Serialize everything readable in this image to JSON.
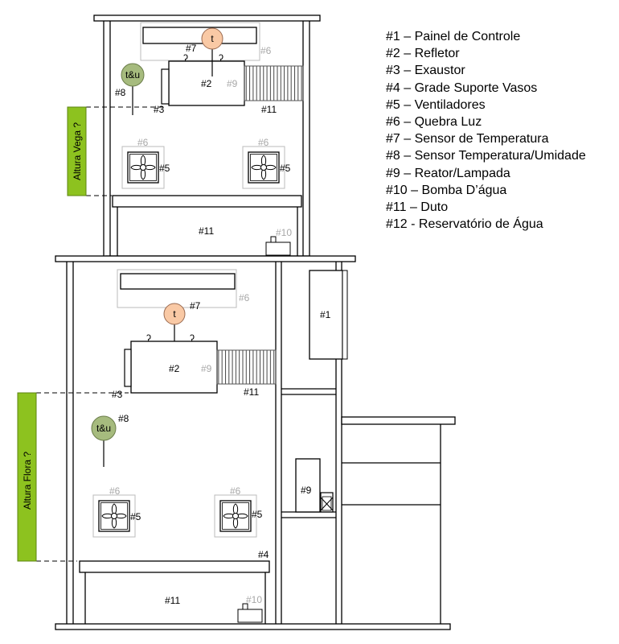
{
  "legend": [
    "#1 – Painel de Controle",
    "#2 – Refletor",
    "#3 – Exaustor",
    "#4 – Grade Suporte Vasos",
    "#5 – Ventiladores",
    "#6 – Quebra Luz",
    "#7 – Sensor de Temperatura",
    "#8 – Sensor Temperatura/Umidade",
    "#9 – Reator/Lampada",
    "#10 – Bomba D’água",
    "#11 – Duto",
    "#12 - Reservatório de Água"
  ],
  "heights": {
    "vega": "Altura Vega ?",
    "flora": "Altura Flora ?"
  },
  "sensor": {
    "t": "t",
    "tu": "t&u"
  },
  "tags": {
    "n1": "#1",
    "n2": "#2",
    "n3": "#3",
    "n4": "#4",
    "n5": "#5",
    "n6": "#6",
    "n7": "#7",
    "n8": "#8",
    "n9": "#9",
    "n10": "#10",
    "n11": "#11"
  },
  "colors": {
    "height_bar": "#8dc21f",
    "sensor_t": "#f9c9a5",
    "sensor_tu": "#a6bb7e",
    "outline": "#000000",
    "ghost": "#a8a8a8"
  }
}
